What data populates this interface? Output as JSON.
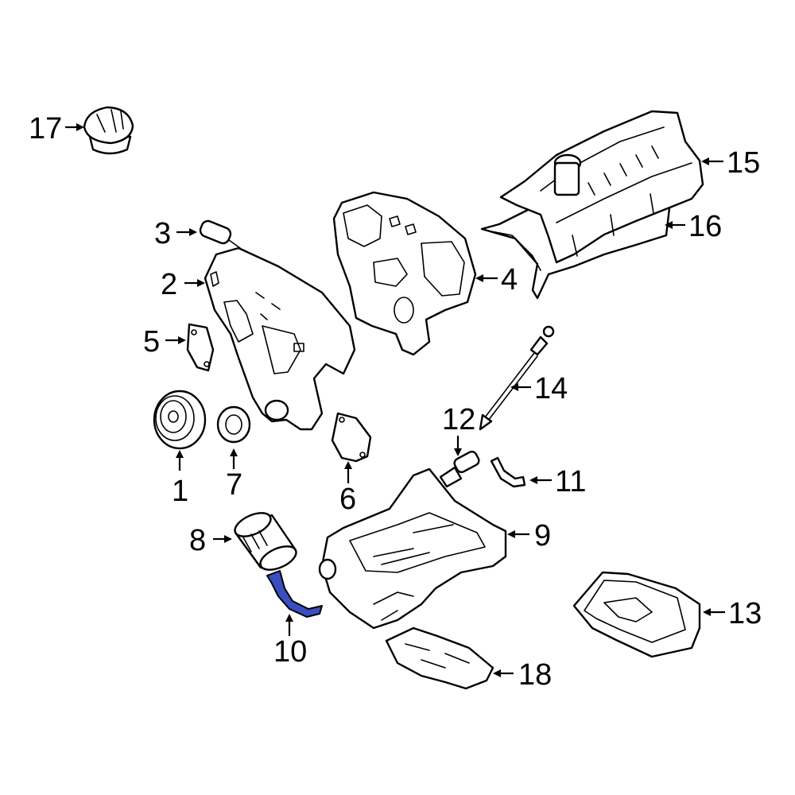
{
  "diagram": {
    "highlight_color": "#3a4fbf",
    "callouts": [
      {
        "id": "1",
        "label": "1"
      },
      {
        "id": "2",
        "label": "2"
      },
      {
        "id": "3",
        "label": "3"
      },
      {
        "id": "4",
        "label": "4"
      },
      {
        "id": "5",
        "label": "5"
      },
      {
        "id": "6",
        "label": "6"
      },
      {
        "id": "7",
        "label": "7"
      },
      {
        "id": "8",
        "label": "8"
      },
      {
        "id": "9",
        "label": "9"
      },
      {
        "id": "10",
        "label": "10"
      },
      {
        "id": "11",
        "label": "11"
      },
      {
        "id": "12",
        "label": "12"
      },
      {
        "id": "13",
        "label": "13"
      },
      {
        "id": "14",
        "label": "14"
      },
      {
        "id": "15",
        "label": "15"
      },
      {
        "id": "16",
        "label": "16"
      },
      {
        "id": "17",
        "label": "17"
      },
      {
        "id": "18",
        "label": "18"
      }
    ]
  }
}
